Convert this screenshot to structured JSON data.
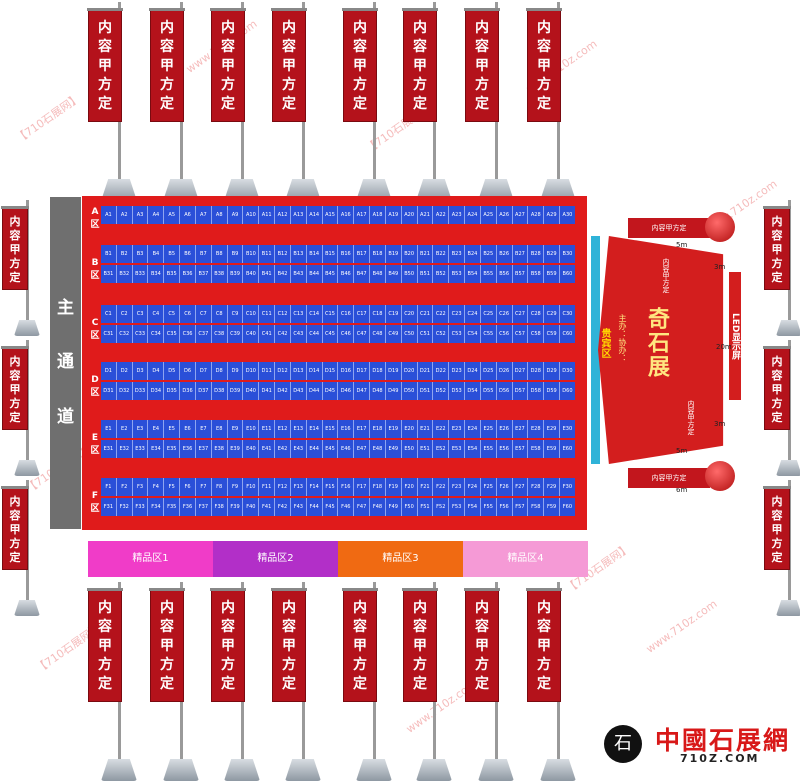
{
  "aisle": {
    "chars": [
      "主",
      "通",
      "道"
    ]
  },
  "zones": [
    {
      "label": "A区",
      "rows": [
        {
          "prefix": "A",
          "start": 1,
          "end": 30
        }
      ]
    },
    {
      "label": "B区",
      "rows": [
        {
          "prefix": "B",
          "start": 1,
          "end": 30
        },
        {
          "prefix": "B",
          "start": 31,
          "end": 60
        }
      ]
    },
    {
      "label": "C区",
      "rows": [
        {
          "prefix": "C",
          "start": 1,
          "end": 30
        },
        {
          "prefix": "C",
          "start": 31,
          "end": 60
        }
      ]
    },
    {
      "label": "D区",
      "rows": [
        {
          "prefix": "D",
          "start": 1,
          "end": 30
        },
        {
          "prefix": "D",
          "start": 31,
          "end": 60
        }
      ]
    },
    {
      "label": "E区",
      "rows": [
        {
          "prefix": "E",
          "start": 1,
          "end": 30
        },
        {
          "prefix": "E",
          "start": 31,
          "end": 60
        }
      ]
    },
    {
      "label": "F区",
      "rows": [
        {
          "prefix": "F",
          "start": 1,
          "end": 30
        },
        {
          "prefix": "F",
          "start": 31,
          "end": 60
        }
      ]
    }
  ],
  "boutique": [
    {
      "label": "精品区1",
      "color": "#f03cc8"
    },
    {
      "label": "精品区2",
      "color": "#b22fc8"
    },
    {
      "label": "精品区3",
      "color": "#f06a12"
    },
    {
      "label": "精品区4",
      "color": "#f59ad6"
    }
  ],
  "banner_text": "内容甲方定",
  "stage": {
    "title": "奇石展",
    "host": "主办：协办：",
    "vertical_label": "贵宾区",
    "small_labels": [
      "内容甲方定",
      "内容甲方定"
    ],
    "screen_text": "LED显示屏",
    "dimensions": [
      "5m",
      "3m",
      "20m",
      "3m",
      "5m",
      "6m"
    ],
    "arch_labels": [
      "内容甲方定",
      "内容甲方定"
    ]
  },
  "watermark": {
    "text_a": "【710石展网】",
    "text_b": "www.710z.com"
  },
  "logo": {
    "seal": "石",
    "name": "中國石展網",
    "url": "710Z.COM"
  },
  "colors": {
    "hall": "#e01b1b",
    "seat_row": "#2a4fd8",
    "aisle": "#6f6f6f",
    "banner": "#b4121b"
  }
}
